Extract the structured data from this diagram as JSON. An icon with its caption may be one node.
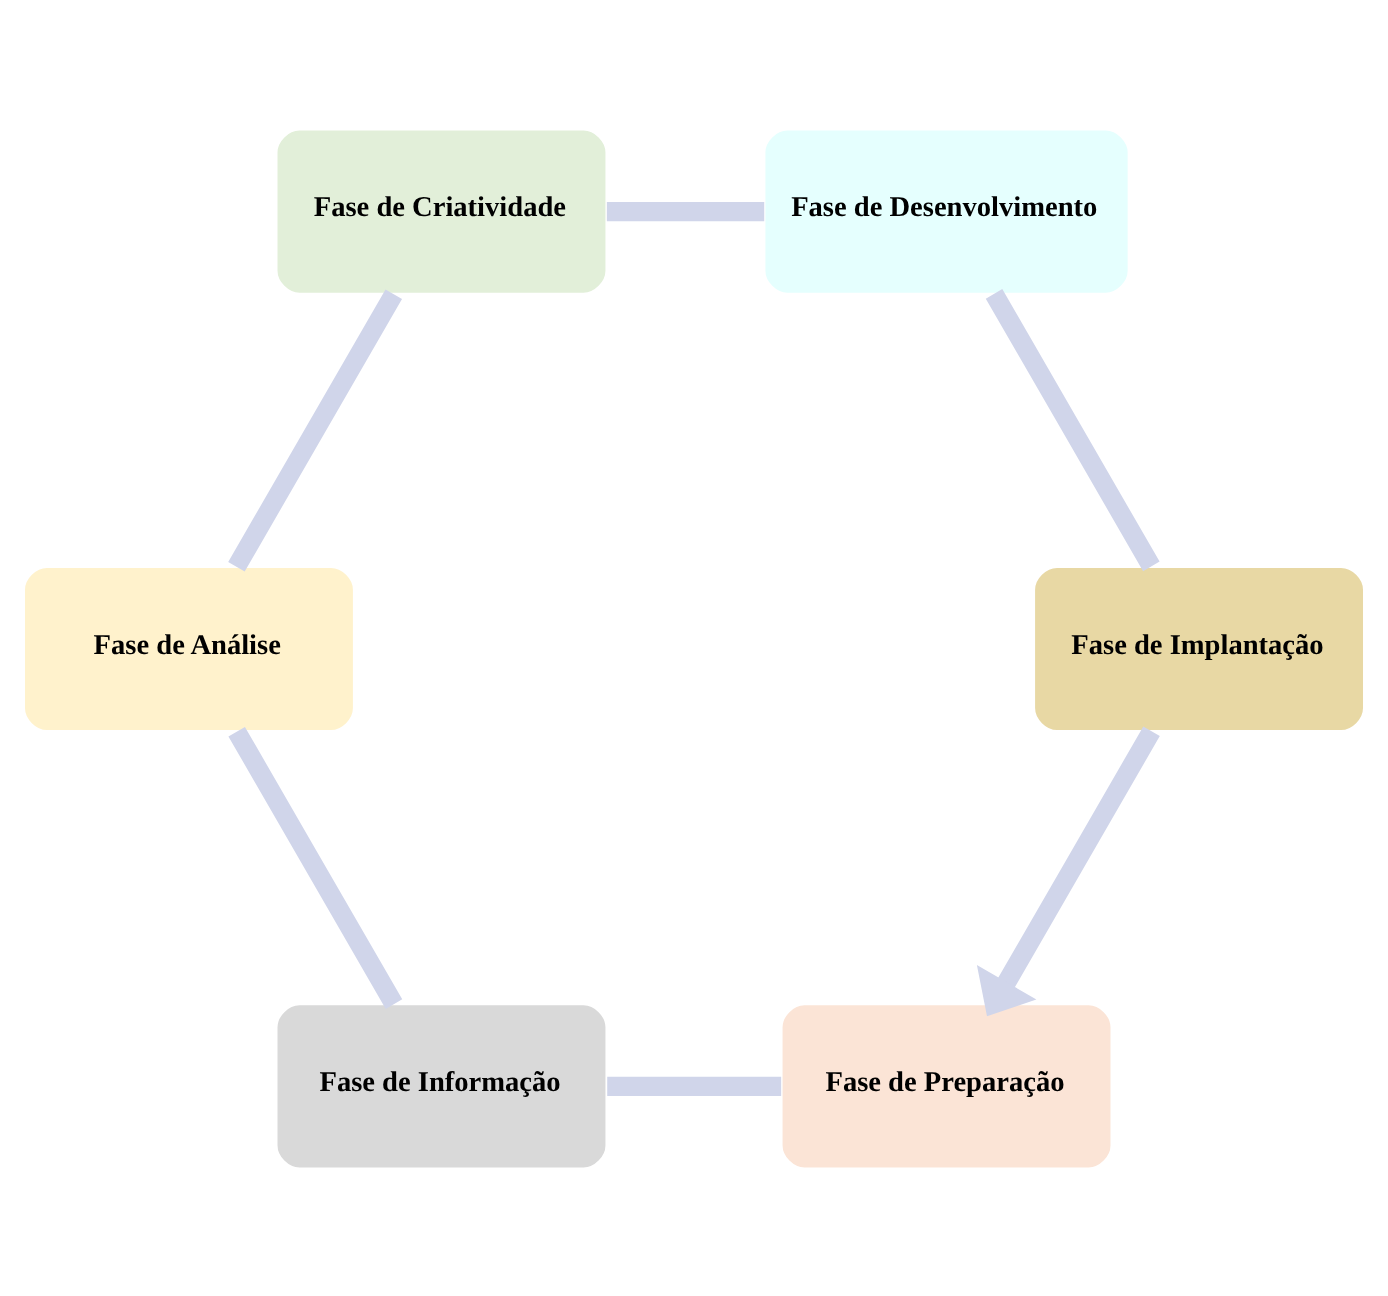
{
  "diagram": {
    "nodes": [
      {
        "text": [
          "Fase de Preparação"
        ]
      },
      {
        "text": [
          "Fase de Informação"
        ]
      },
      {
        "text": [
          "Fase de Análise"
        ]
      },
      {
        "text": [
          "Fase de Criatividade"
        ]
      },
      {
        "text": [
          "Fase de Desenvolvimento"
        ]
      },
      {
        "text": [
          "Fase de Implantação"
        ]
      }
    ],
    "edges": [
      {
        "from": 0,
        "to": 1,
        "arrow": "none"
      },
      {
        "from": 1,
        "to": 2,
        "arrow": "none"
      },
      {
        "from": 2,
        "to": 3,
        "arrow": "none"
      },
      {
        "from": 3,
        "to": 4,
        "arrow": "none"
      },
      {
        "from": 4,
        "to": 5,
        "arrow": "none"
      },
      {
        "from": 5,
        "to": 0,
        "arrow": "to"
      }
    ]
  }
}
